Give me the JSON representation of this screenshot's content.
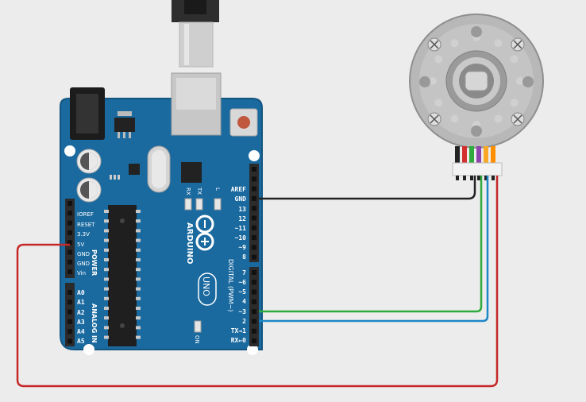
{
  "board": {
    "brand": "ARDUINO",
    "model": "UNO",
    "power_title": "POWER",
    "analog_title": "ANALOG IN",
    "digital_title": "DIGITAL (PWM~)",
    "power_pins": [
      "IOREF",
      "RESET",
      "3.3V",
      "5V",
      "GND",
      "GND",
      "Vin"
    ],
    "analog_pins": [
      "A0",
      "A1",
      "A2",
      "A3",
      "A4",
      "A5"
    ],
    "digital_top": [
      "AREF",
      "GND",
      "13",
      "12",
      "~11",
      "~10",
      "~9",
      "8"
    ],
    "digital_bottom": [
      "7",
      "~6",
      "~5",
      "4",
      "~3",
      "2",
      "TX→1",
      "RX←0"
    ],
    "led_labels": [
      "RX",
      "TX",
      "L"
    ],
    "on_label": "ON"
  },
  "wires": {
    "power": "#c62828",
    "ground": "#222222",
    "signal_a": "#2faa3c",
    "signal_b": "#1e88c8"
  },
  "encoder_wire_colors": [
    "#222222",
    "#d32f2f",
    "#2faa3c",
    "#8e44ad",
    "#f9a825",
    "#ff8f00"
  ],
  "colors": {
    "board": "#1a6aa0",
    "board_edge": "#14557f",
    "header": "#2b2b2b",
    "motor": "#b5b5b5"
  }
}
